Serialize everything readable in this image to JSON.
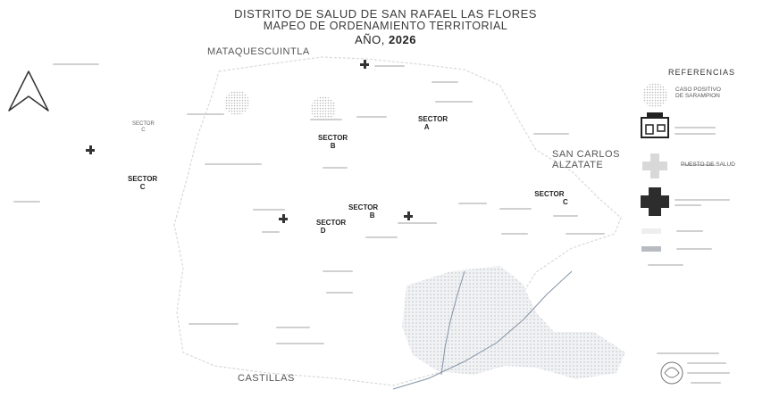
{
  "title": {
    "line1": "DISTRITO DE SALUD DE SAN RAFAEL LAS FLORES",
    "line2": "MAPEO DE ORDENAMIENTO TERRITORIAL",
    "line3_prefix": "AÑO,",
    "line3_year": "2026"
  },
  "regions": {
    "north": "MATAQUESCUINTLA",
    "east_line1": "SAN CARLOS",
    "east_line2": "ALZATATE",
    "south": "CASTILLAS"
  },
  "sectors": {
    "a_line1": "SECTOR",
    "a_line2": "A",
    "b_top_line1": "SECTOR",
    "b_top_line2": "B",
    "b_mid_line1": "SECTOR",
    "b_mid_line2": "B",
    "c_west_line1": "SECTOR",
    "c_west_line2": "C",
    "c_far_line1": "SECTOR",
    "c_far_line2": "C",
    "c_east_line1": "SECTOR",
    "c_east_line2": "C",
    "d_line1": "SECTOR",
    "d_line2": "D"
  },
  "legend": {
    "title": "REFERENCIAS",
    "item1_line1": "CASO POSITIVO",
    "item1_line2": "DE SARAMPION",
    "item3": "PUESTO DE SALUD"
  },
  "colors": {
    "case_dot": "#c8c8c8",
    "boundary": "#d4d4d4",
    "hatch": "#d8dce0",
    "road": "#7a8ca0",
    "cross": "#333333"
  }
}
